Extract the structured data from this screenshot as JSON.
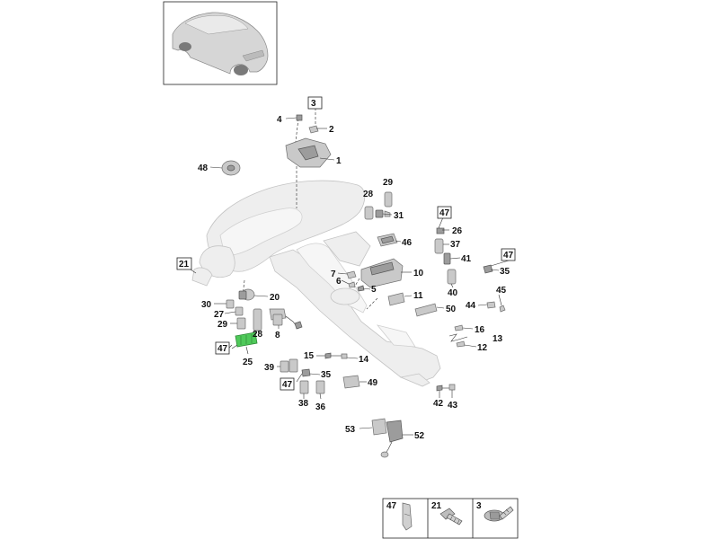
{
  "callouts": {
    "c1": "1",
    "c2": "2",
    "c3": "3",
    "c4": "4",
    "c5": "5",
    "c6": "6",
    "c7": "7",
    "c8": "8",
    "c10": "10",
    "c11": "11",
    "c12": "12",
    "c13": "13",
    "c14": "14",
    "c15": "15",
    "c16": "16",
    "c20": "20",
    "c21": "21",
    "c25": "25",
    "c26": "26",
    "c27": "27",
    "c28a": "28",
    "c28b": "28",
    "c29a": "29",
    "c29b": "29",
    "c30": "30",
    "c31": "31",
    "c35a": "35",
    "c35b": "35",
    "c36": "36",
    "c37": "37",
    "c38": "38",
    "c39": "39",
    "c40": "40",
    "c41": "41",
    "c42": "42",
    "c43": "43",
    "c44": "44",
    "c45": "45",
    "c46": "46",
    "c47a": "47",
    "c47b": "47",
    "c47c": "47",
    "c47d": "47",
    "c48": "48",
    "c49": "49",
    "c50": "50",
    "c52": "52",
    "c53": "53"
  },
  "legend": {
    "k47": "47",
    "k21": "21",
    "k3": "3"
  },
  "colors": {
    "highlight": "#4fc95a",
    "part": "#c9c9c9",
    "ghost": "#eeeeee"
  }
}
